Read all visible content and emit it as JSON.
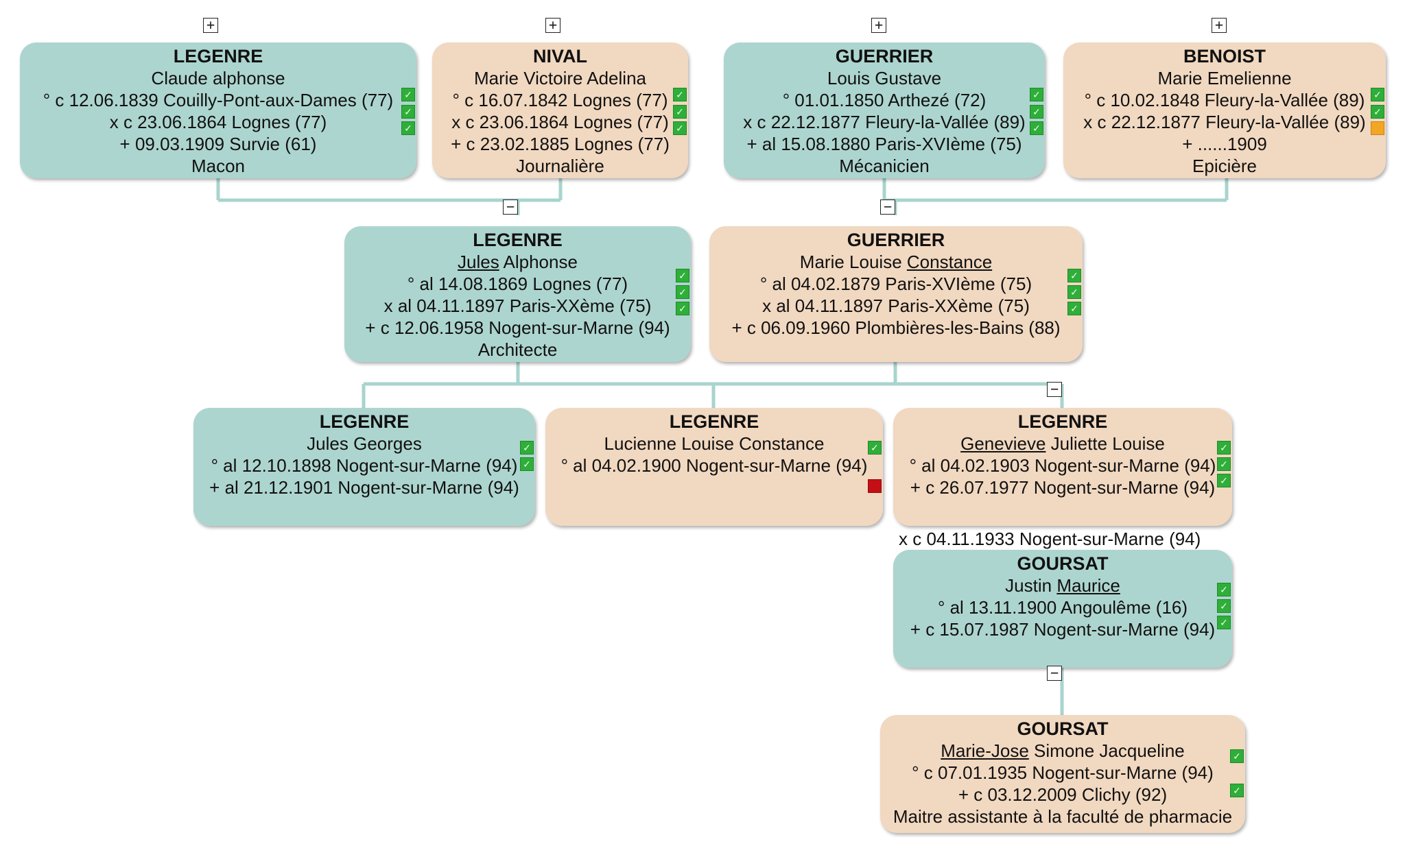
{
  "colors": {
    "male_box": "#add5cf",
    "female_box": "#f1d8c0",
    "link": "#a8d4ce",
    "check": "#2fae3a",
    "warning": "#f2a623",
    "error": "#c50f16"
  },
  "marriage_note": "x c 04.11.1933 Nogent-sur-Marne (94)",
  "persons": [
    {
      "id": "p1",
      "sex": "m",
      "surname": "LEGENRE",
      "given": [
        {
          "t": "Claude alphonse"
        }
      ],
      "lines": [
        "° c 12.06.1839 Couilly-Pont-aux-Dames (77)",
        "x c 23.06.1864 Lognes (77)",
        "+ 09.03.1909 Survie (61)",
        "Macon"
      ],
      "marks": [
        "check",
        "check",
        "check"
      ]
    },
    {
      "id": "p2",
      "sex": "f",
      "surname": "NIVAL",
      "given": [
        {
          "t": "Marie Victoire Adelina"
        }
      ],
      "lines": [
        "° c 16.07.1842 Lognes (77)",
        "x c 23.06.1864 Lognes (77)",
        "+ c 23.02.1885 Lognes (77)",
        "Journalière"
      ],
      "marks": [
        "check",
        "check",
        "check"
      ]
    },
    {
      "id": "p3",
      "sex": "m",
      "surname": "GUERRIER",
      "given": [
        {
          "t": "Louis Gustave"
        }
      ],
      "lines": [
        "° 01.01.1850 Arthezé (72)",
        "x c 22.12.1877 Fleury-la-Vallée (89)",
        "+ al 15.08.1880 Paris-XVIème (75)",
        "Mécanicien"
      ],
      "marks": [
        "check",
        "check",
        "check"
      ]
    },
    {
      "id": "p4",
      "sex": "f",
      "surname": "BENOIST",
      "given": [
        {
          "t": "Marie Emelienne"
        }
      ],
      "lines": [
        "° c 10.02.1848 Fleury-la-Vallée (89)",
        "x c 22.12.1877 Fleury-la-Vallée (89)",
        "+ ......1909",
        "Epicière"
      ],
      "marks": [
        "check",
        "check",
        "warning"
      ]
    },
    {
      "id": "p5",
      "sex": "m",
      "surname": "LEGENRE",
      "given": [
        {
          "t": "Jules",
          "u": true
        },
        {
          "t": " Alphonse"
        }
      ],
      "lines": [
        "° al 14.08.1869 Lognes (77)",
        "x al 04.11.1897 Paris-XXème (75)",
        "+ c 12.06.1958 Nogent-sur-Marne (94)",
        "Architecte"
      ],
      "marks": [
        "check",
        "check",
        "check"
      ]
    },
    {
      "id": "p6",
      "sex": "f",
      "surname": "GUERRIER",
      "given": [
        {
          "t": "Marie Louise "
        },
        {
          "t": "Constance",
          "u": true
        }
      ],
      "lines": [
        "° al 04.02.1879 Paris-XVIème (75)",
        "x al 04.11.1897 Paris-XXème (75)",
        "+ c 06.09.1960 Plombières-les-Bains (88)"
      ],
      "marks": [
        "check",
        "check",
        "check"
      ]
    },
    {
      "id": "p7",
      "sex": "m",
      "surname": "LEGENRE",
      "given": [
        {
          "t": "Jules Georges"
        }
      ],
      "lines": [
        "° al 12.10.1898 Nogent-sur-Marne (94)",
        "+ al 21.12.1901 Nogent-sur-Marne (94)"
      ],
      "marks": [
        "check",
        "check"
      ]
    },
    {
      "id": "p8",
      "sex": "f",
      "surname": "LEGENRE",
      "given": [
        {
          "t": "Lucienne Louise Constance"
        }
      ],
      "lines": [
        "° al 04.02.1900 Nogent-sur-Marne (94)"
      ],
      "marks": [
        "check",
        "error"
      ]
    },
    {
      "id": "p9",
      "sex": "f",
      "surname": "LEGENRE",
      "given": [
        {
          "t": "Genevieve",
          "u": true
        },
        {
          "t": " Juliette Louise"
        }
      ],
      "lines": [
        "° al 04.02.1903 Nogent-sur-Marne (94)",
        "+ c 26.07.1977 Nogent-sur-Marne (94)"
      ],
      "marks": [
        "check",
        "check",
        "check"
      ]
    },
    {
      "id": "p10",
      "sex": "m",
      "surname": "GOURSAT",
      "given": [
        {
          "t": "Justin "
        },
        {
          "t": "Maurice",
          "u": true
        }
      ],
      "lines": [
        "° al 13.11.1900 Angoulême (16)",
        "+ c 15.07.1987 Nogent-sur-Marne (94)"
      ],
      "marks": [
        "check",
        "check",
        "check"
      ]
    },
    {
      "id": "p11",
      "sex": "f",
      "surname": "GOURSAT",
      "given": [
        {
          "t": "Marie-Jose",
          "u": true
        },
        {
          "t": " Simone Jacqueline"
        }
      ],
      "lines": [
        "° c 07.01.1935 Nogent-sur-Marne (94)",
        "+ c 03.12.2009 Clichy (92)",
        "Maitre assistante à la faculté de pharmacie"
      ],
      "marks": [
        "check",
        "check"
      ]
    }
  ],
  "toggles": [
    {
      "id": "t1",
      "symbol": "+"
    },
    {
      "id": "t2",
      "symbol": "+"
    },
    {
      "id": "t3",
      "symbol": "+"
    },
    {
      "id": "t4",
      "symbol": "+"
    },
    {
      "id": "t5",
      "symbol": "−"
    },
    {
      "id": "t6",
      "symbol": "−"
    },
    {
      "id": "t7",
      "symbol": "−"
    },
    {
      "id": "t8",
      "symbol": "−"
    }
  ]
}
